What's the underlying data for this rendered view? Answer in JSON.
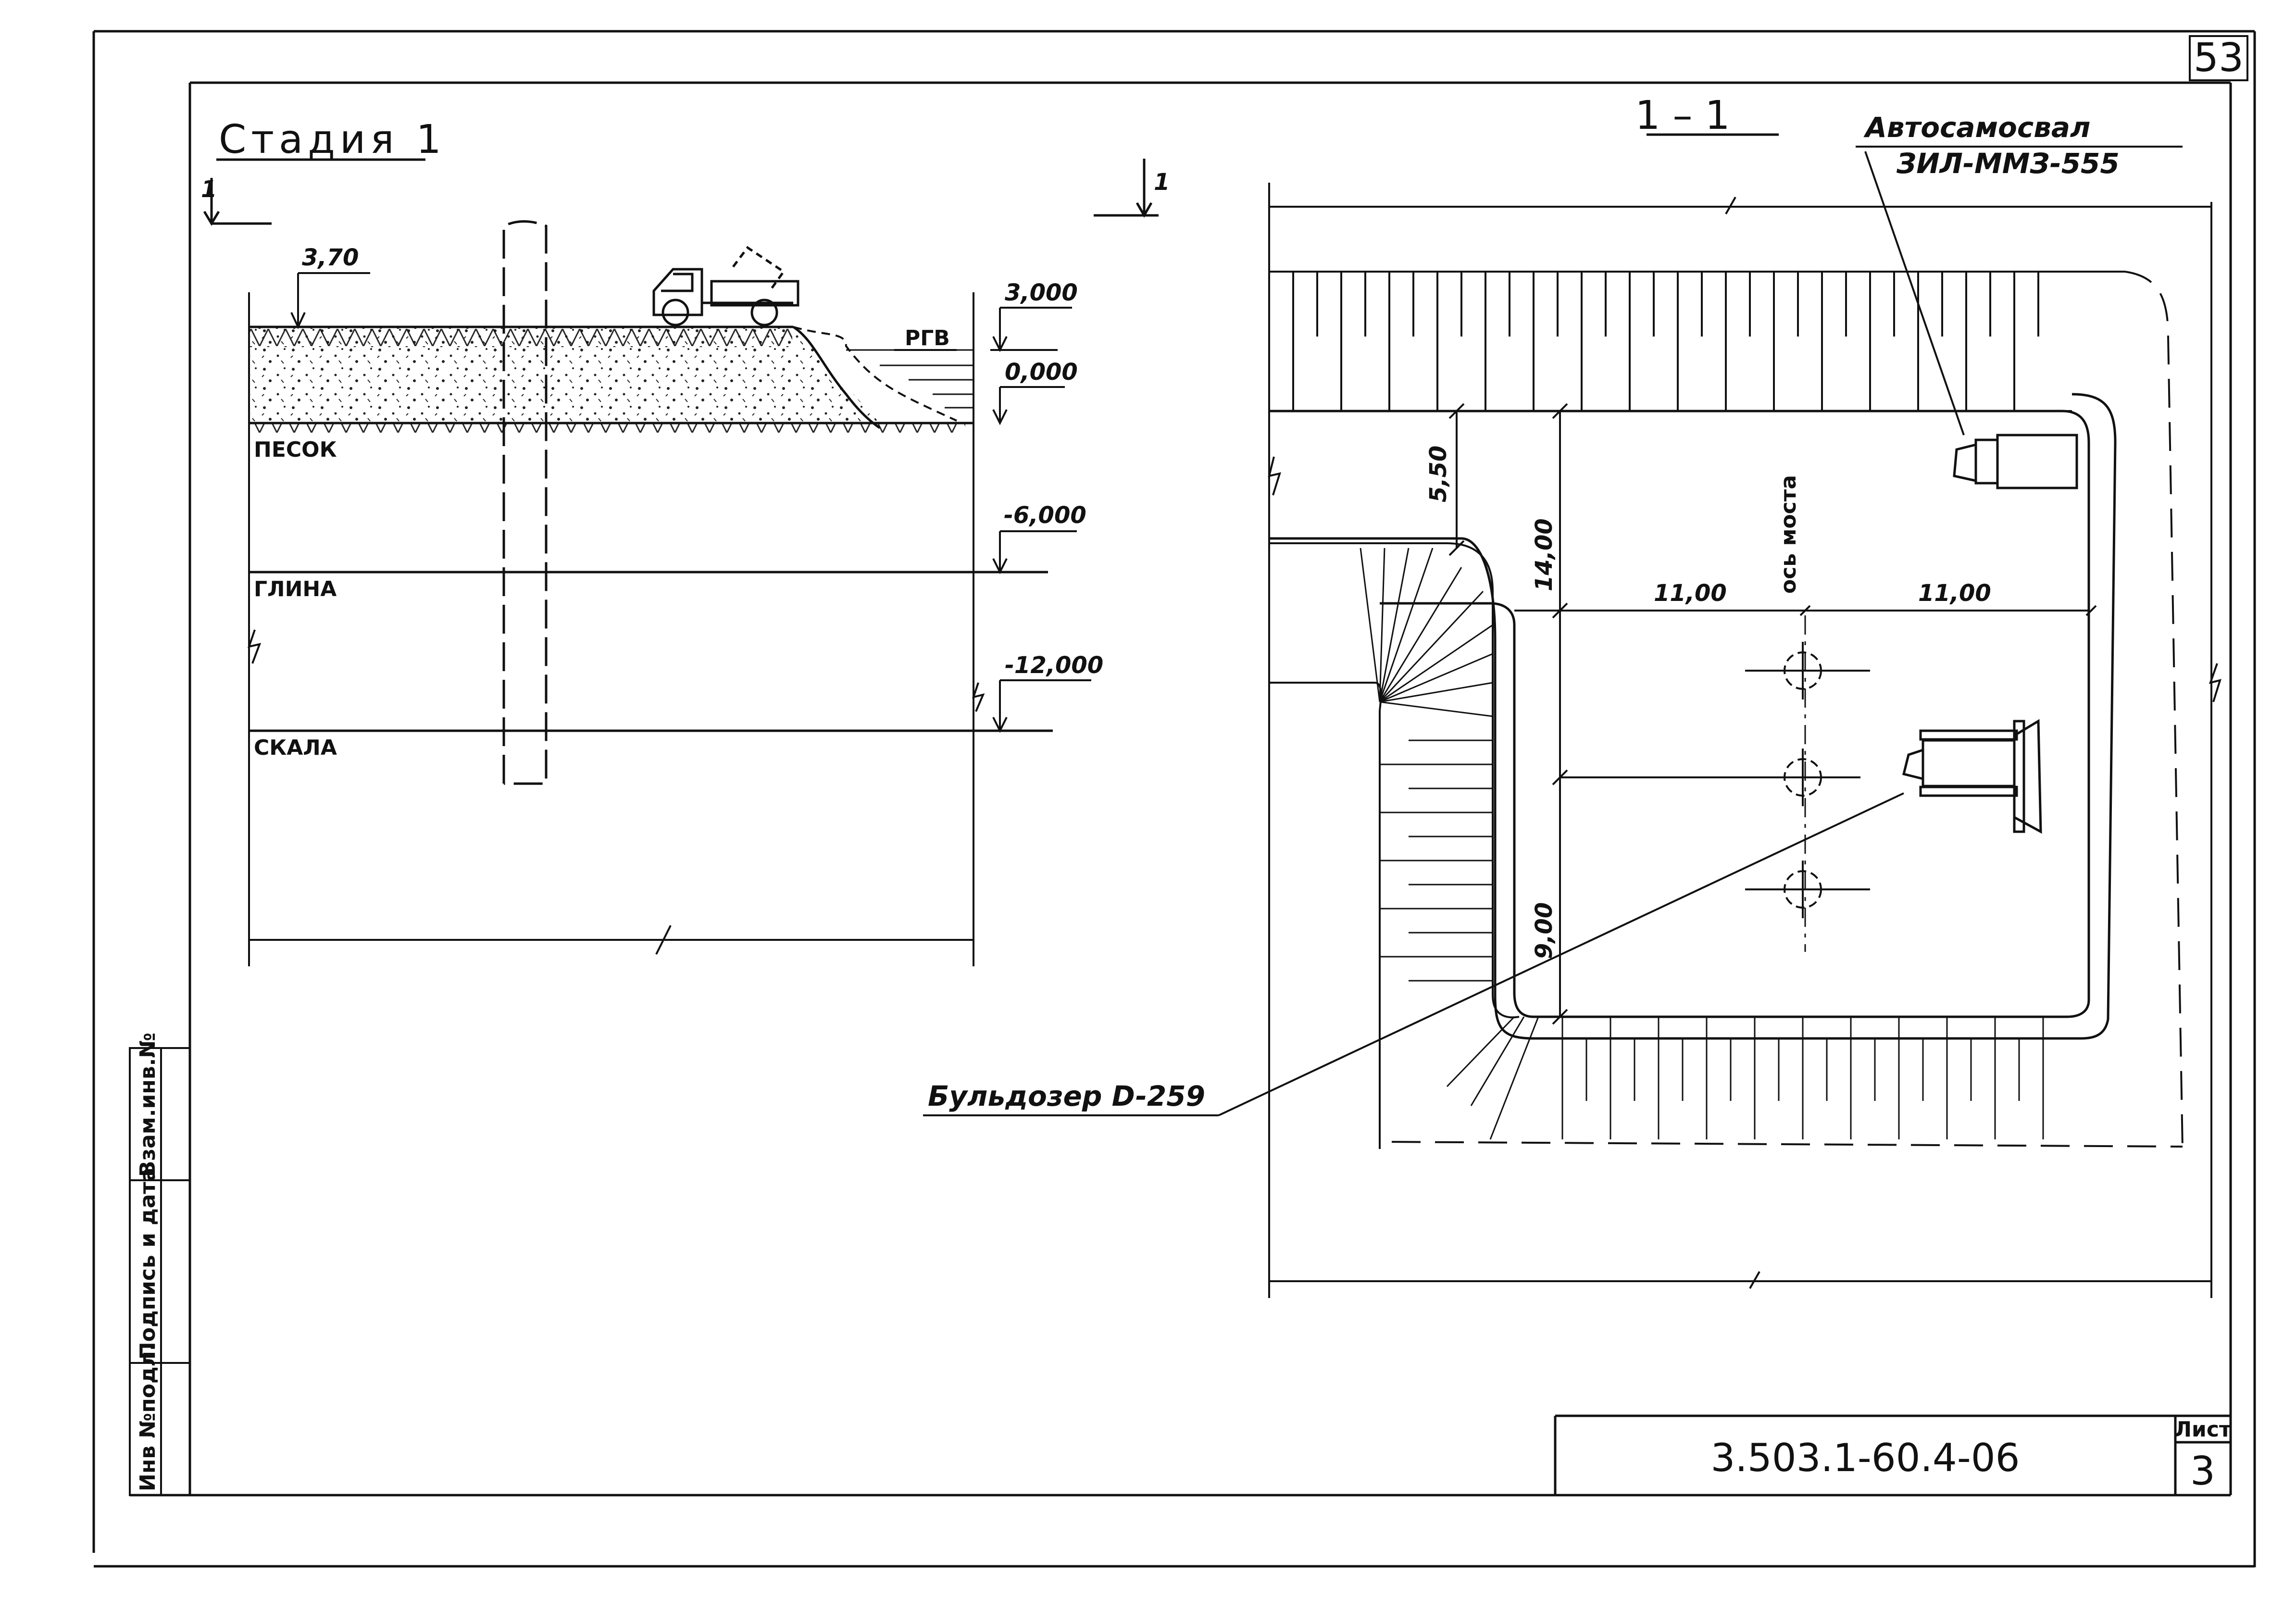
{
  "sheet_number": "53",
  "stage": {
    "title": "Стадия 1",
    "section_mark": "1",
    "level_top": "3,70",
    "rgv_label": "РГВ",
    "level_3": "3,000",
    "level_0": "0,000",
    "level_m6": "-6,000",
    "level_m12": "-12,000",
    "soil_sand": "ПЕСОК",
    "soil_clay": "ГЛИНА",
    "soil_rock": "СКАЛА"
  },
  "plan": {
    "section_title": "1 – 1",
    "truck_label_line1": "Автосамосвал",
    "truck_label_line2": "ЗИЛ-ММЗ-555",
    "bulldozer_label": "Бульдозер D-259",
    "bridge_axis": "ось моста",
    "dim_550": "5,50",
    "dim_1400": "14,00",
    "dim_1100_left": "11,00",
    "dim_1100_right": "11,00",
    "dim_900": "9,00"
  },
  "side_stamp": {
    "cell_1": "Взам.инв.№",
    "cell_2": "Подпись и дата",
    "cell_3": "Инв №подл."
  },
  "title_block": {
    "code": "3.503.1-60.4-06",
    "sheet_label": "Лист",
    "sheet_value": "3"
  },
  "colors": {
    "ink": "#111111",
    "paper": "#ffffff"
  }
}
